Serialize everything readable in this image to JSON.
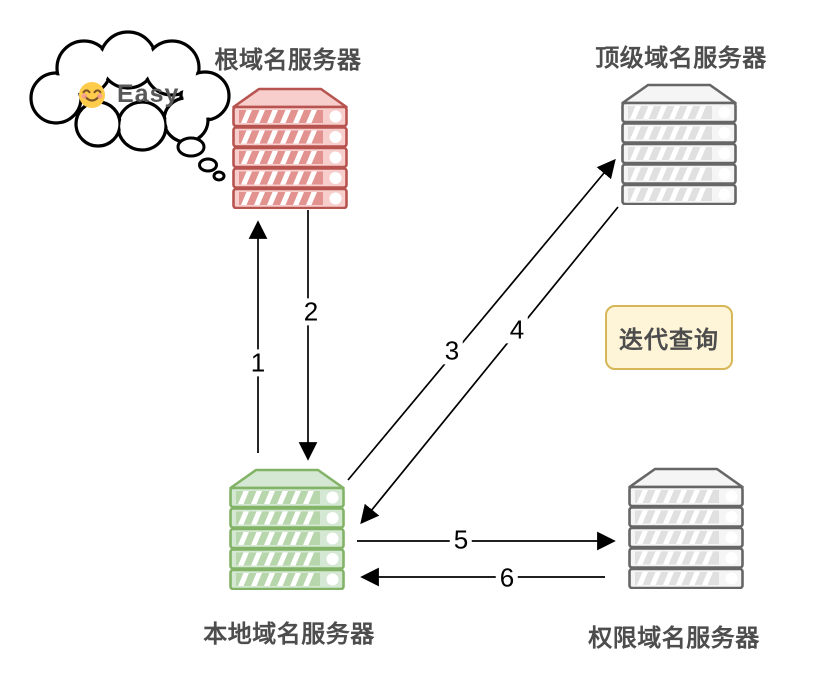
{
  "badge": {
    "label": "迭代查询"
  },
  "thought": {
    "text": "Easy",
    "emoji": "smiling-face-with-smiling-eyes"
  },
  "nodes": {
    "root": {
      "label": "根域名服务器"
    },
    "tld": {
      "label": "顶级域名服务器"
    },
    "local": {
      "label": "本地域名服务器"
    },
    "auth": {
      "label": "权限域名服务器"
    }
  },
  "arrows": [
    {
      "label": "1",
      "from": "local",
      "to": "root",
      "direction": "up"
    },
    {
      "label": "2",
      "from": "root",
      "to": "local",
      "direction": "down"
    },
    {
      "label": "3",
      "from": "local",
      "to": "tld",
      "direction": "up-right"
    },
    {
      "label": "4",
      "from": "tld",
      "to": "local",
      "direction": "down-left"
    },
    {
      "label": "5",
      "from": "local",
      "to": "auth",
      "direction": "right"
    },
    {
      "label": "6",
      "from": "auth",
      "to": "local",
      "direction": "left"
    }
  ],
  "colors": {
    "servers": {
      "root": {
        "stroke": "#B85450",
        "fill": "#F8CECC",
        "band": "#E2938F"
      },
      "tld": {
        "stroke": "#666666",
        "fill": "#F5F5F5",
        "band": "#E0E0E0"
      },
      "local": {
        "stroke": "#82B366",
        "fill": "#D5E8D4",
        "band": "#B7D6AC"
      },
      "auth": {
        "stroke": "#666666",
        "fill": "#F5F5F5",
        "band": "#E0E0E0"
      }
    },
    "badge": {
      "fill": "#FEF5D8",
      "stroke": "#D6B656",
      "text": "#4D4D4D"
    },
    "node_label_text": "#4D4D4D",
    "arrow": "#000000",
    "cloud_outline": "#000000",
    "easy_text": "#595959",
    "smiley_face": "#FFCB4B"
  }
}
